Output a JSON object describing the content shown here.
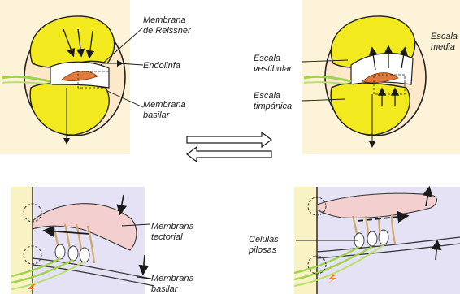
{
  "labels": {
    "top_left": {
      "reissner_1": "Membrana",
      "reissner_2": "de Reissner",
      "endolinfa": "Endolinfa",
      "basilar_1": "Membrana",
      "basilar_2": "basilar"
    },
    "top_right": {
      "media_1": "Escala",
      "media_2": "media",
      "vestibular_1": "Escala",
      "vestibular_2": "vestibular",
      "timpanica_1": "Escala",
      "timpanica_2": "timpánica"
    },
    "bottom_left": {
      "tectorial_1": "Membrana",
      "tectorial_2": "tectorial",
      "basilar_1": "Membrana",
      "basilar_2": "basilar"
    },
    "bottom_right": {
      "celulas_1": "Células",
      "celulas_2": "pilosas"
    }
  },
  "colors": {
    "scala_yellow": "#f2ea1e",
    "cochlea_bg": "#fde9c9",
    "bone_bg": "#f9f2c4",
    "organ_orange": "#e07a3a",
    "tectorial_pink": "#f3cfd0",
    "fluid_lavender": "#e4e2f4",
    "nerve_green": "#9ed34a",
    "hair_cells": "#cfa86a",
    "spark_orange": "#f07c1e"
  },
  "icons": [
    "double-arrow-right-icon",
    "double-arrow-left-icon",
    "spark-icon"
  ]
}
